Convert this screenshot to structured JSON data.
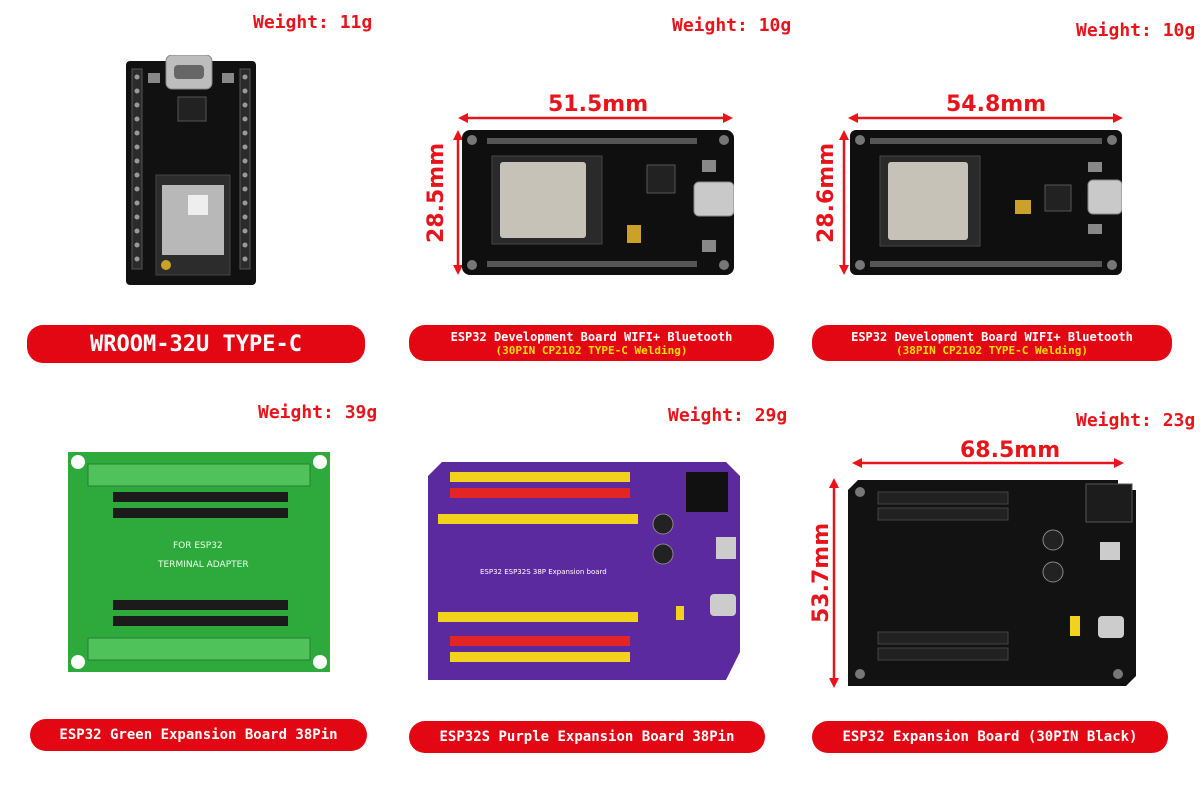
{
  "accent_red": "#e30613",
  "accent_yellow": "#ffde00",
  "products": [
    {
      "weight": "Weight: 11g",
      "label": "WROOM-32U TYPE-C",
      "sublabel": ""
    },
    {
      "weight": "Weight: 10g",
      "label": "ESP32 Development Board WIFI+ Bluetooth",
      "sublabel": "(30PIN CP2102 TYPE-C Welding)",
      "dim_w": "51.5mm",
      "dim_h": "28.5mm"
    },
    {
      "weight": "Weight: 10g",
      "label": "ESP32 Development Board WIFI+ Bluetooth",
      "sublabel": "(38PIN CP2102 TYPE-C Welding)",
      "dim_w": "54.8mm",
      "dim_h": "28.6mm"
    },
    {
      "weight": "Weight: 39g",
      "label": "ESP32 Green Expansion Board 38Pin",
      "sublabel": "",
      "board_text_1": "FOR ESP32",
      "board_text_2": "TERMINAL ADAPTER"
    },
    {
      "weight": "Weight: 29g",
      "label": "ESP32S Purple Expansion Board 38Pin",
      "sublabel": "",
      "board_text": "ESP32 ESP32S 38P Expansion board"
    },
    {
      "weight": "Weight: 23g",
      "label": "ESP32 Expansion Board (30PIN Black)",
      "sublabel": "",
      "dim_w": "68.5mm",
      "dim_h": "53.7mm"
    }
  ]
}
